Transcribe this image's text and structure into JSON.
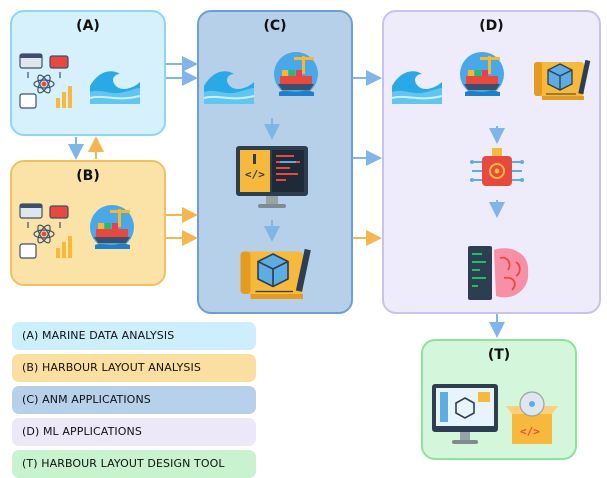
{
  "panels": {
    "a": {
      "label": "(A)"
    },
    "b": {
      "label": "(B)"
    },
    "c": {
      "label": "(C)"
    },
    "d": {
      "label": "(D)"
    },
    "t": {
      "label": "(T)"
    }
  },
  "legend": [
    {
      "text": "(A) MARINE DATA ANALYSIS",
      "color": "#cdeefb"
    },
    {
      "text": "(B) HARBOUR LAYOUT ANALYSIS",
      "color": "#fbdfa0"
    },
    {
      "text": "(C) ANM APPLICATIONS",
      "color": "#b8d1ea"
    },
    {
      "text": "(D) ML APPLICATIONS",
      "color": "#ece8f8"
    },
    {
      "text": "(T) HARBOUR LAYOUT DESIGN TOOL",
      "color": "#c9f2cf"
    }
  ],
  "colors": {
    "panel_a_fill": "#d6f1fc",
    "panel_a_border": "#8fd6f2",
    "panel_b_fill": "#fbe3a8",
    "panel_b_border": "#f2c060",
    "panel_c_fill": "#b7d0ea",
    "panel_c_border": "#6f9fd2",
    "panel_d_fill": "#eeebfa",
    "panel_d_border": "#c9c2ee",
    "panel_t_fill": "#d4f6da",
    "panel_t_border": "#8fe29c",
    "arrow_blue": "#7fb5e8",
    "arrow_orange": "#f4b64e"
  },
  "icons": [
    "data-analysis-icon",
    "wave-icon",
    "harbour-icon",
    "blueprint-icon",
    "code-monitor-icon",
    "ai-chip-icon",
    "brain-code-icon",
    "software-design-icon",
    "software-box-icon"
  ]
}
